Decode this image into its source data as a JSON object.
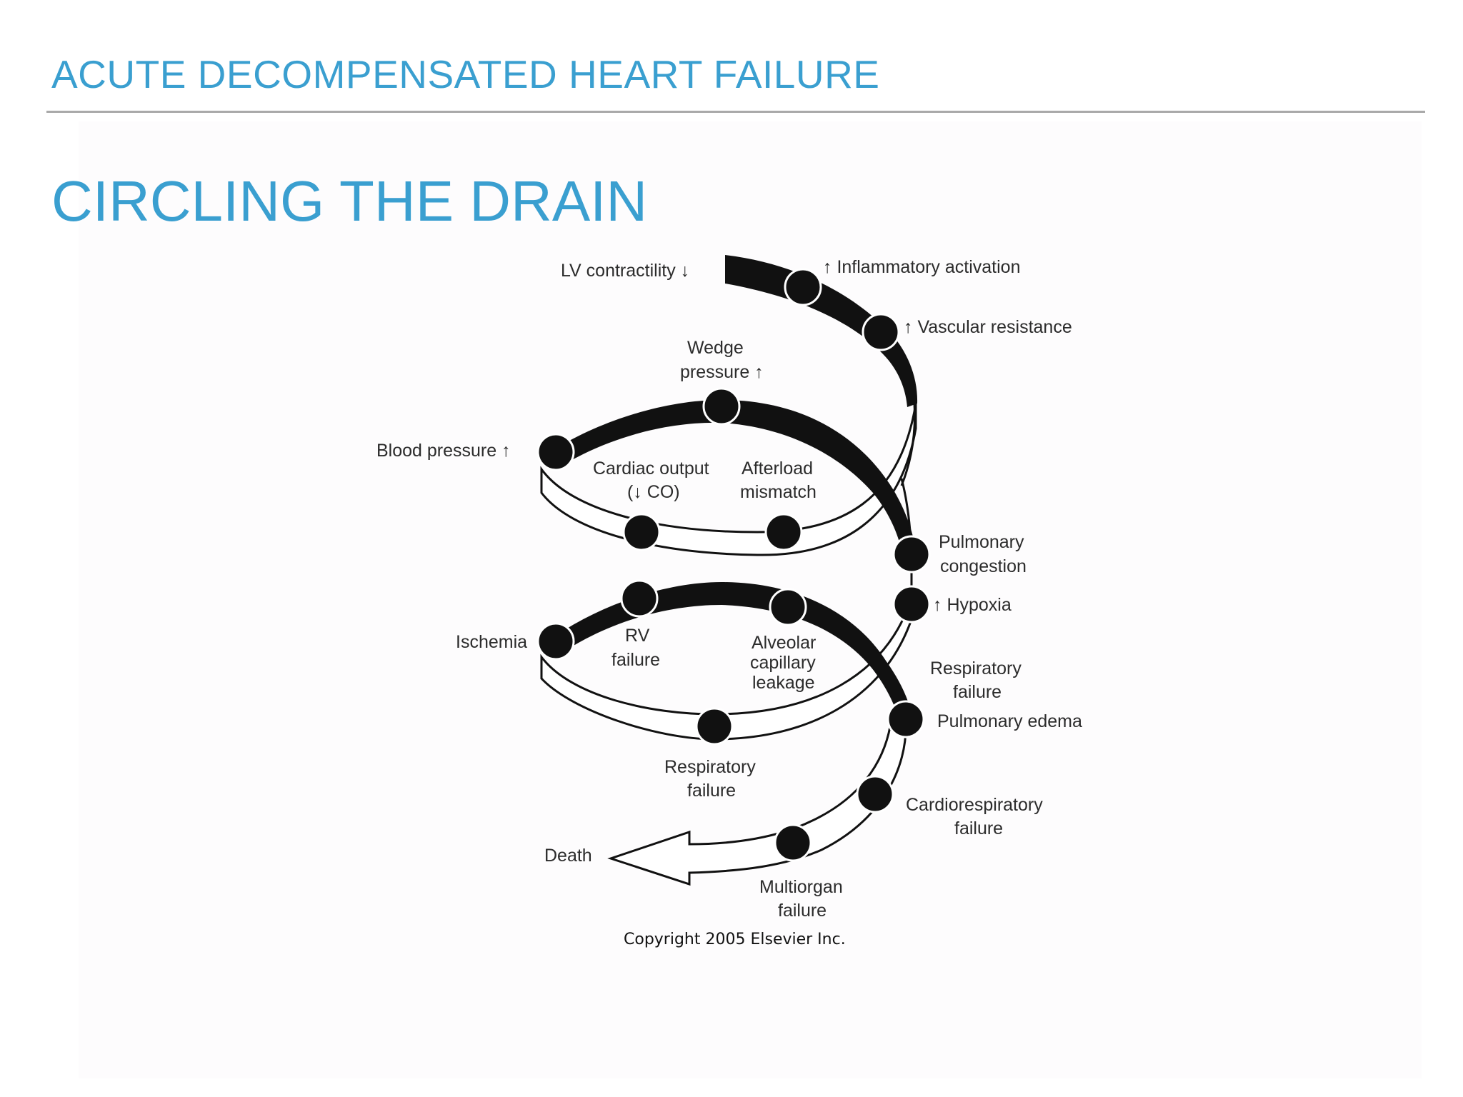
{
  "header": {
    "title": "ACUTE DECOMPENSATED HEART FAILURE"
  },
  "slide": {
    "title": "CIRCLING THE DRAIN"
  },
  "colors": {
    "accent": "#3a9fd0",
    "rule": "#a9a9a9"
  },
  "diagram": {
    "labels": {
      "lv_contractility": "LV contractility ↓",
      "inflammatory_activation": "↑ Inflammatory activation",
      "vascular_resistance": "↑  Vascular resistance",
      "wedge_line1": "Wedge",
      "wedge_line2": "pressure ↑",
      "blood_pressure": "Blood pressure ↑",
      "cardiac_output_line1": "Cardiac output",
      "cardiac_output_line2": "(↓ CO)",
      "afterload_line1": "Afterload",
      "afterload_line2": "mismatch",
      "pulmonary_congestion_line1": "Pulmonary",
      "pulmonary_congestion_line2": "congestion",
      "hypoxia": "↑ Hypoxia",
      "ischemia": "Ischemia",
      "rv_failure_line1": "RV",
      "rv_failure_line2": "failure",
      "alveolar_line1": "Alveolar",
      "alveolar_line2": "capillary",
      "alveolar_line3": "leakage",
      "respiratory_failure_right_line1": "Respiratory",
      "respiratory_failure_right_line2": "failure",
      "pulmonary_edema": "Pulmonary edema",
      "respiratory_failure_bottom_line1": "Respiratory",
      "respiratory_failure_bottom_line2": "failure",
      "cardiorespiratory_line1": "Cardiorespiratory",
      "cardiorespiratory_line2": "failure",
      "death": "Death",
      "multiorgan_line1": "Multiorgan",
      "multiorgan_line2": "failure"
    },
    "copyright": "Copyright 2005 Elsevier Inc."
  }
}
